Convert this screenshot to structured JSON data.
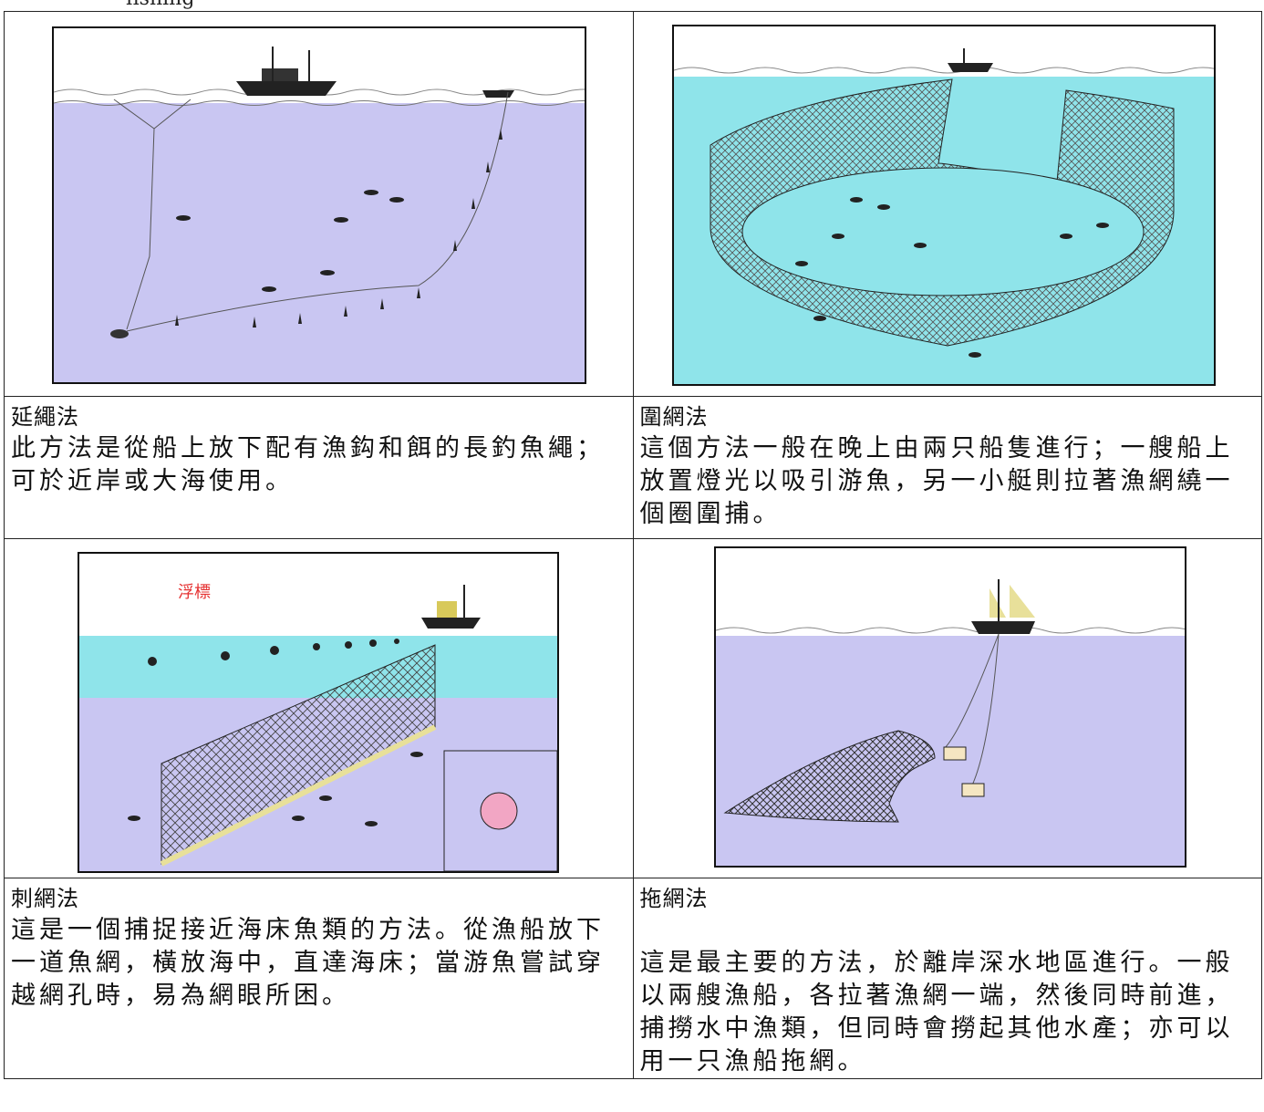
{
  "header": {
    "cut_text": "fishing"
  },
  "methods": [
    {
      "title": "延繩法",
      "description": "此方法是從船上放下配有漁鈎和餌的長釣魚繩；可於近岸或大海使用。",
      "illustration": "longline-fishing-illustration"
    },
    {
      "title": "圍網法",
      "description": "這個方法一般在晚上由兩只船隻進行；一艘船上放置燈光以吸引游魚，另一小艇則拉著漁網繞一個圈圍捕。",
      "illustration": "purse-seine-illustration"
    },
    {
      "title": "刺網法",
      "description": "這是一個捕捉接近海床魚類的方法。從漁船放下一道魚網，橫放海中，直達海床；當游魚嘗試穿越網孔時，易為網眼所困。",
      "illustration": "gillnet-illustration",
      "float_label": "浮標"
    },
    {
      "title": "拖網法",
      "description": "這是最主要的方法，於離岸深水地區進行。一般以兩艘漁船，各拉著漁網一端，然後同時前進，捕撈水中漁類，但同時會撈起其他水產；亦可以用一只漁船拖網。",
      "illustration": "trawl-illustration"
    }
  ],
  "colors": {
    "sea": "#c9c6f2",
    "surface_water": "#8fe4ea",
    "sky": "#ffffff",
    "net": "#555555",
    "float_label": "#e53030"
  }
}
